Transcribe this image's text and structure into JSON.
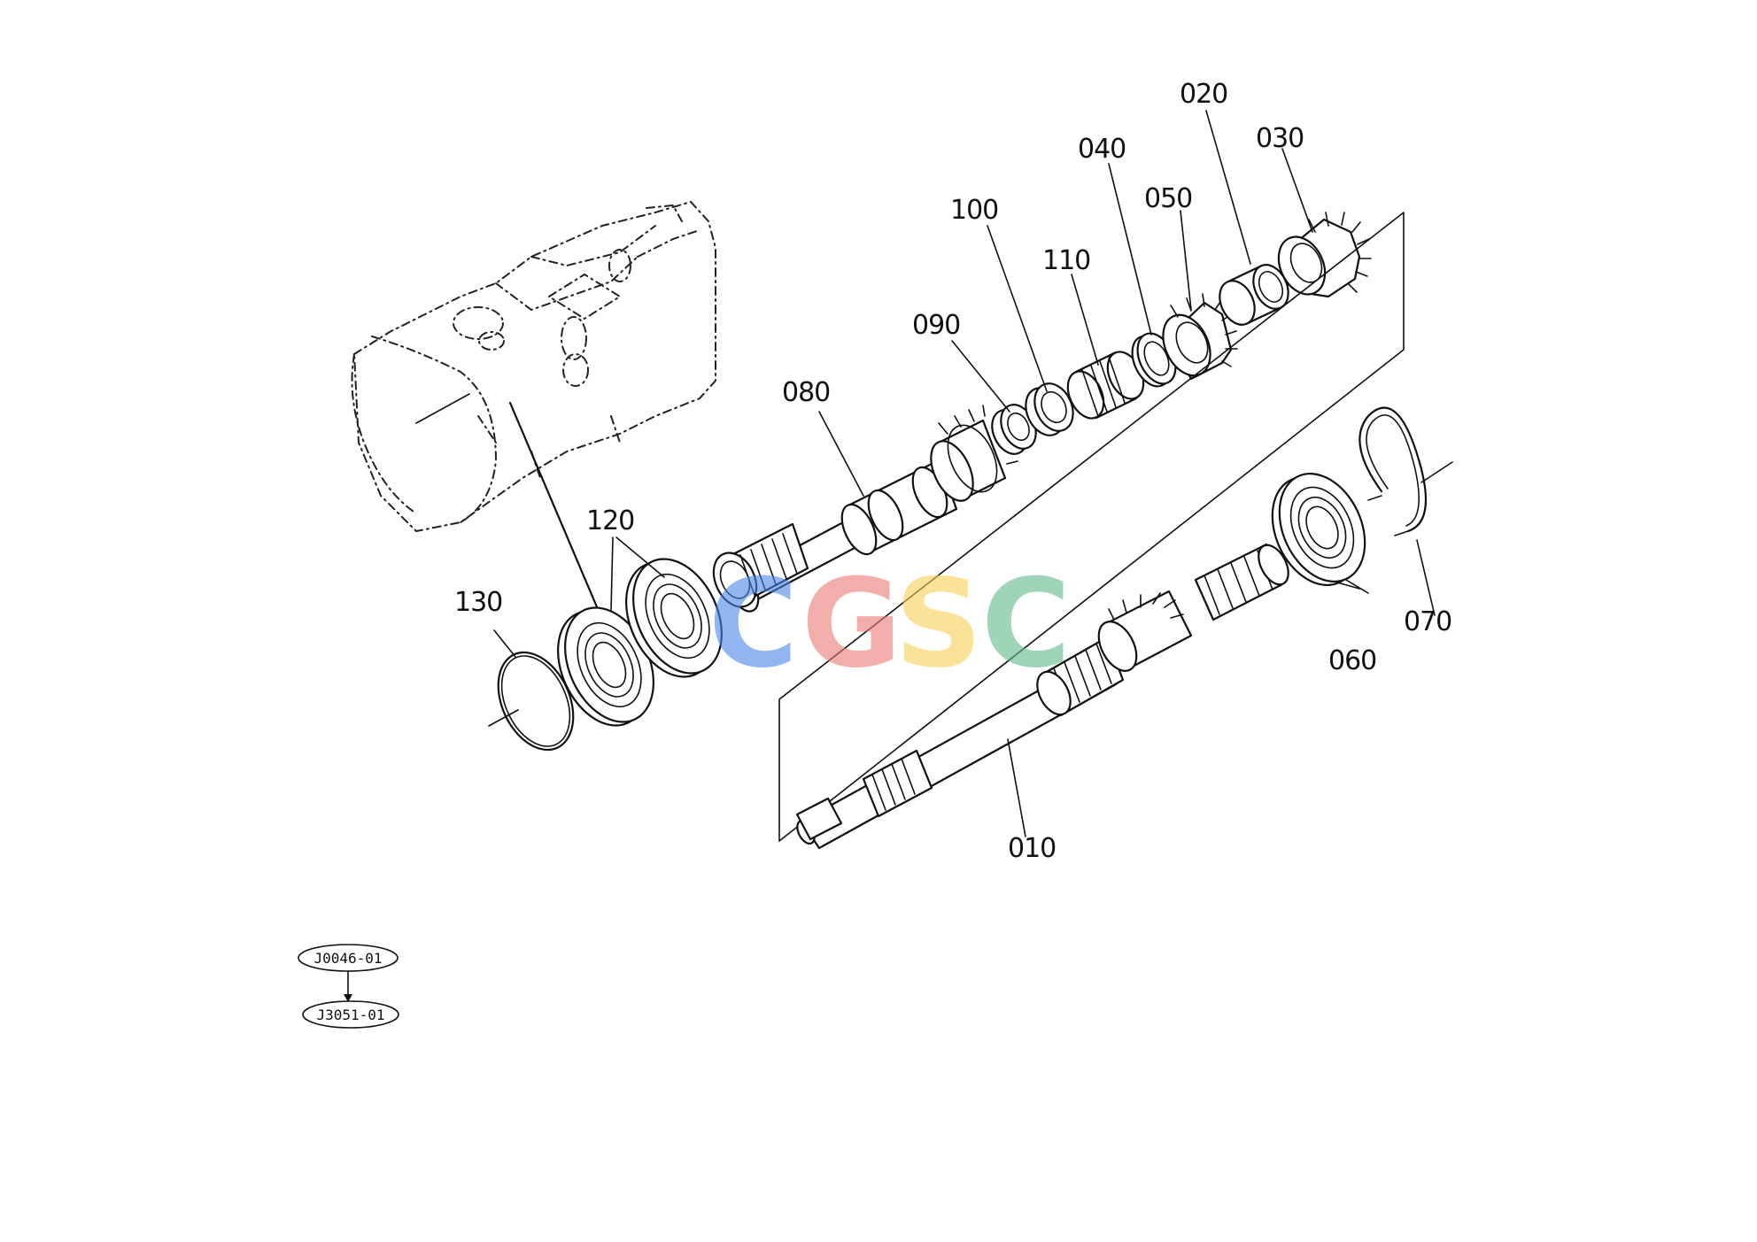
{
  "diagram": {
    "callouts": [
      {
        "id": "010",
        "text": "010"
      },
      {
        "id": "020",
        "text": "020"
      },
      {
        "id": "030",
        "text": "030"
      },
      {
        "id": "040",
        "text": "040"
      },
      {
        "id": "050",
        "text": "050"
      },
      {
        "id": "060",
        "text": "060"
      },
      {
        "id": "070",
        "text": "070"
      },
      {
        "id": "080",
        "text": "080"
      },
      {
        "id": "090",
        "text": "090"
      },
      {
        "id": "100",
        "text": "100"
      },
      {
        "id": "110",
        "text": "110"
      },
      {
        "id": "120",
        "text": "120"
      },
      {
        "id": "130",
        "text": "130"
      }
    ],
    "reference_codes": {
      "upper": "J0046-01",
      "lower": "J3051-01"
    }
  },
  "watermark": {
    "letters": [
      "C",
      "G",
      "S",
      "C"
    ],
    "colors": [
      "#4a86e8",
      "#ea7a72",
      "#f7d155",
      "#5fb98a"
    ]
  }
}
